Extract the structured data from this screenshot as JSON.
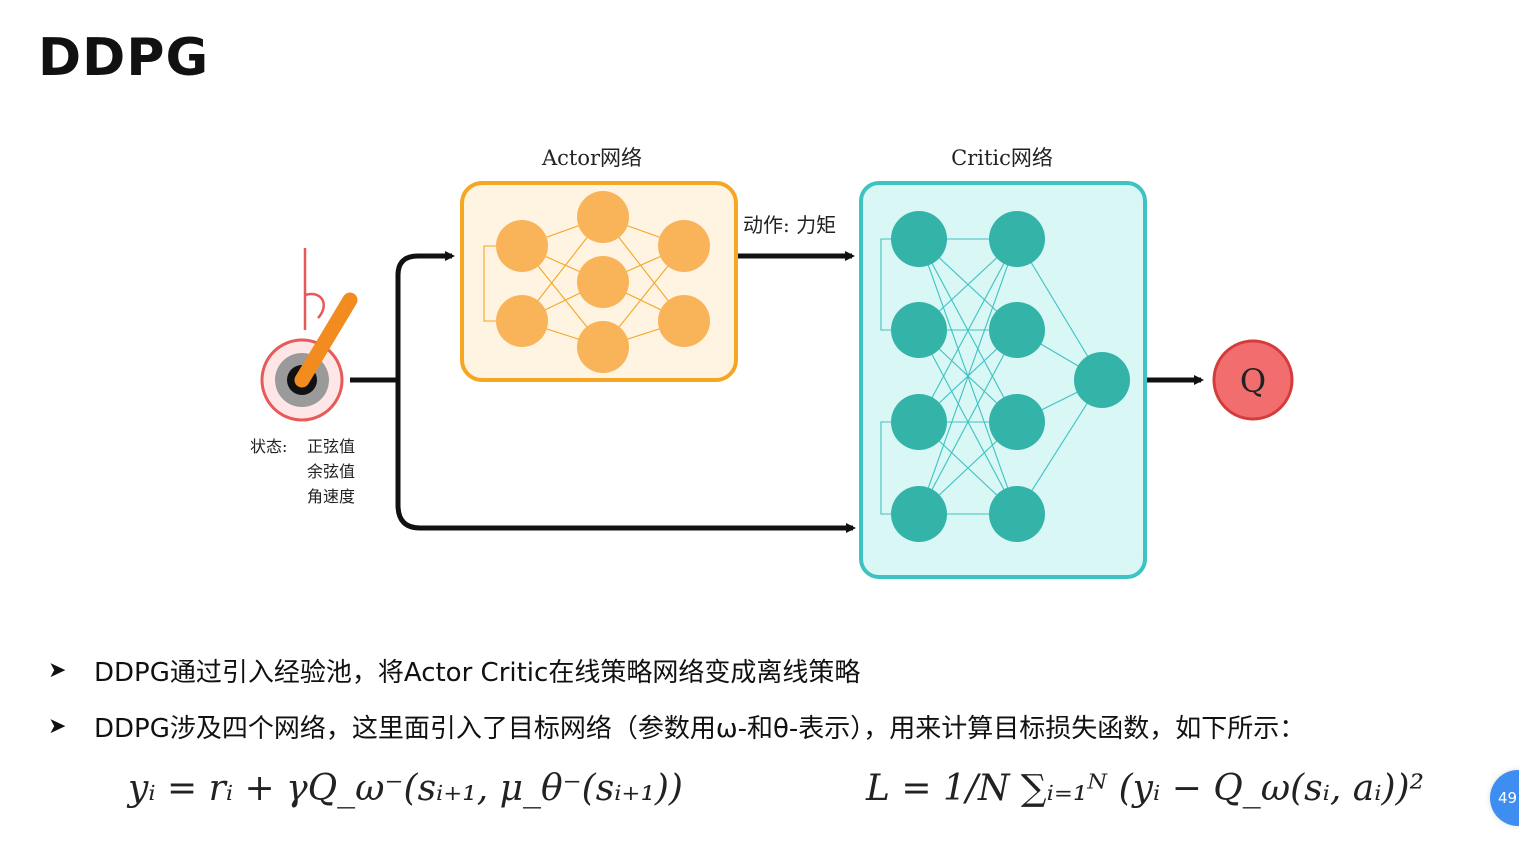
{
  "slide": {
    "title": "DDPG",
    "page_number": "49"
  },
  "diagram": {
    "actor_title": "Actor网络",
    "critic_title": "Critic网络",
    "action_label": "动作: 力矩",
    "state_label": "状态:",
    "state_items": [
      "正弦值",
      "余弦值",
      "角速度"
    ],
    "output_label": "Q",
    "colors": {
      "actor_fill": "#fff3e2",
      "actor_border": "#f5a623",
      "actor_node": "#f9b45a",
      "critic_fill": "#d8f7f5",
      "critic_border": "#3fc2c2",
      "critic_node": "#34b3a8",
      "q_fill": "#f26d6d",
      "pendulum": "#f28c1e"
    }
  },
  "bullets": [
    "DDPG通过引入经验池，将Actor Critic在线策略网络变成离线策略",
    "DDPG涉及四个网络，这里面引入了目标网络（参数用ω-和θ-表示），用来计算目标损失函数，如下所示："
  ],
  "formulas": {
    "target": "yᵢ = rᵢ + γQ_ω⁻(sᵢ₊₁, μ_θ⁻(sᵢ₊₁))",
    "loss": "L = 1/N ∑ᵢ₌₁ᴺ (yᵢ − Q_ω(sᵢ, aᵢ))²"
  }
}
